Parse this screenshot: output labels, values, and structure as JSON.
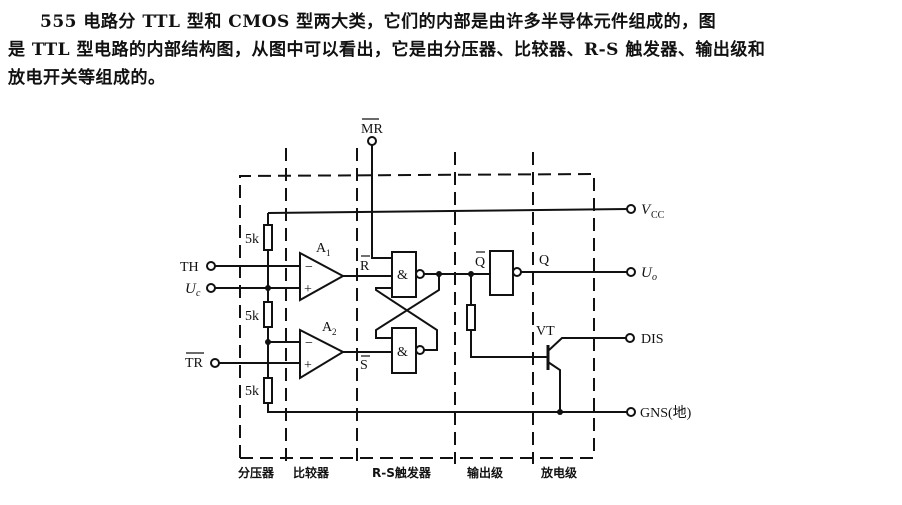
{
  "paragraph": {
    "line1": "555 电路分 TTL 型和 CMOS 型两大类，它们的内部是由许多半导体元件组成的，图",
    "line2": "是 TTL 型电路的内部结构图，从图中可以看出，它是由分压器、比较器、R-S 触发器、输出级和",
    "line3": "放电开关等组成的。"
  },
  "diagram": {
    "pins": {
      "mr": "MR",
      "th": "TH",
      "uc": "U",
      "uc_sub": "c",
      "tr": "TR",
      "vcc": "V",
      "vcc_sub": "CC",
      "uo": "U",
      "uo_sub": "o",
      "dis": "DIS",
      "gnd": "GNS(地)"
    },
    "components": {
      "resistor_labels": [
        "5k",
        "5k",
        "5k"
      ],
      "comparator_1": "A",
      "comparator_1_sub": "1",
      "comparator_2": "A",
      "comparator_2_sub": "2",
      "minus": "−",
      "plus": "+",
      "nand_symbol": "&",
      "r_bar": "R",
      "s_bar": "S",
      "q_bar": "Q",
      "q": "Q",
      "transistor": "VT"
    },
    "sections": [
      "分压器",
      "比较器",
      "R-S触发器",
      "输出级",
      "放电级"
    ]
  }
}
